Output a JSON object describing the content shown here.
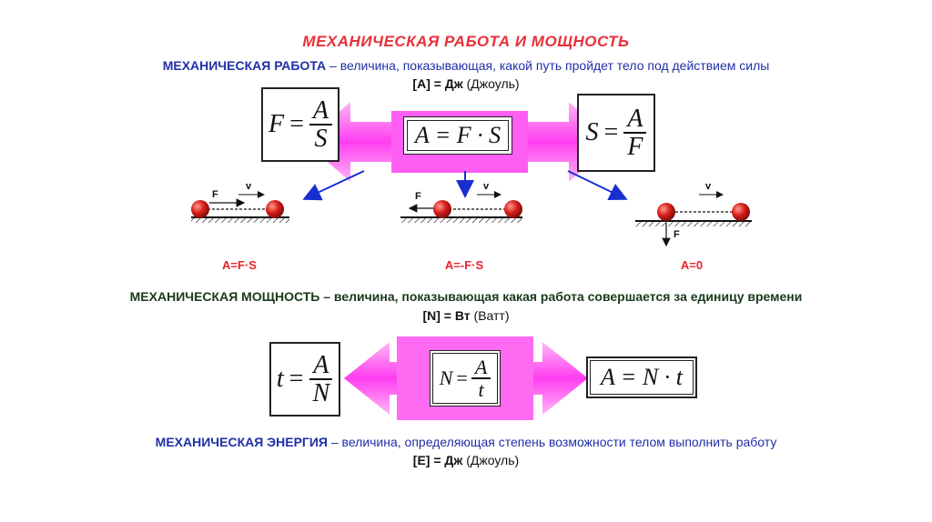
{
  "title": "МЕХАНИЧЕСКАЯ РАБОТА И МОЩНОСТЬ",
  "work": {
    "term": "МЕХАНИЧЕСКАЯ РАБОТА",
    "definition": " – величина, показывающая, какой путь пройдет тело под действием силы",
    "unit_symbol": "[A] = Дж",
    "unit_name": " (Джоуль)",
    "formula_left": {
      "lhs": "F",
      "num": "A",
      "den": "S"
    },
    "formula_center": "A = F · S",
    "formula_right": {
      "lhs": "S",
      "num": "A",
      "den": "F"
    },
    "cases": [
      {
        "force_label": "F",
        "velocity_label": "v",
        "result": "A=F·S"
      },
      {
        "force_label": "F",
        "velocity_label": "v",
        "result": "A=-F·S"
      },
      {
        "force_label": "F",
        "velocity_label": "v",
        "result": "A=0"
      }
    ]
  },
  "power": {
    "term": "МЕХАНИЧЕСКАЯ МОЩНОСТЬ",
    "definition": " – величина, показывающая какая работа совершается за единицу времени",
    "unit_symbol": "[N] = Вт",
    "unit_name": " (Ватт)",
    "formula_left": {
      "lhs": "t",
      "num": "A",
      "den": "N"
    },
    "formula_center": {
      "lhs": "N",
      "num": "A",
      "den": "t"
    },
    "formula_right": "A = N · t"
  },
  "energy": {
    "term": "МЕХАНИЧЕСКАЯ ЭНЕРГИЯ",
    "definition": " – величина, определяющая степень возможности телом выполнить работу",
    "unit_symbol": "[E] = Дж",
    "unit_name": " (Джоуль)"
  },
  "colors": {
    "title": "#e8303a",
    "definition_blue": "#1f2fa8",
    "definition_green": "#1a3a1a",
    "arrow_magenta": "#ff3df0",
    "ball_red": "#d8201c",
    "pointer_blue": "#1a2ed0"
  }
}
